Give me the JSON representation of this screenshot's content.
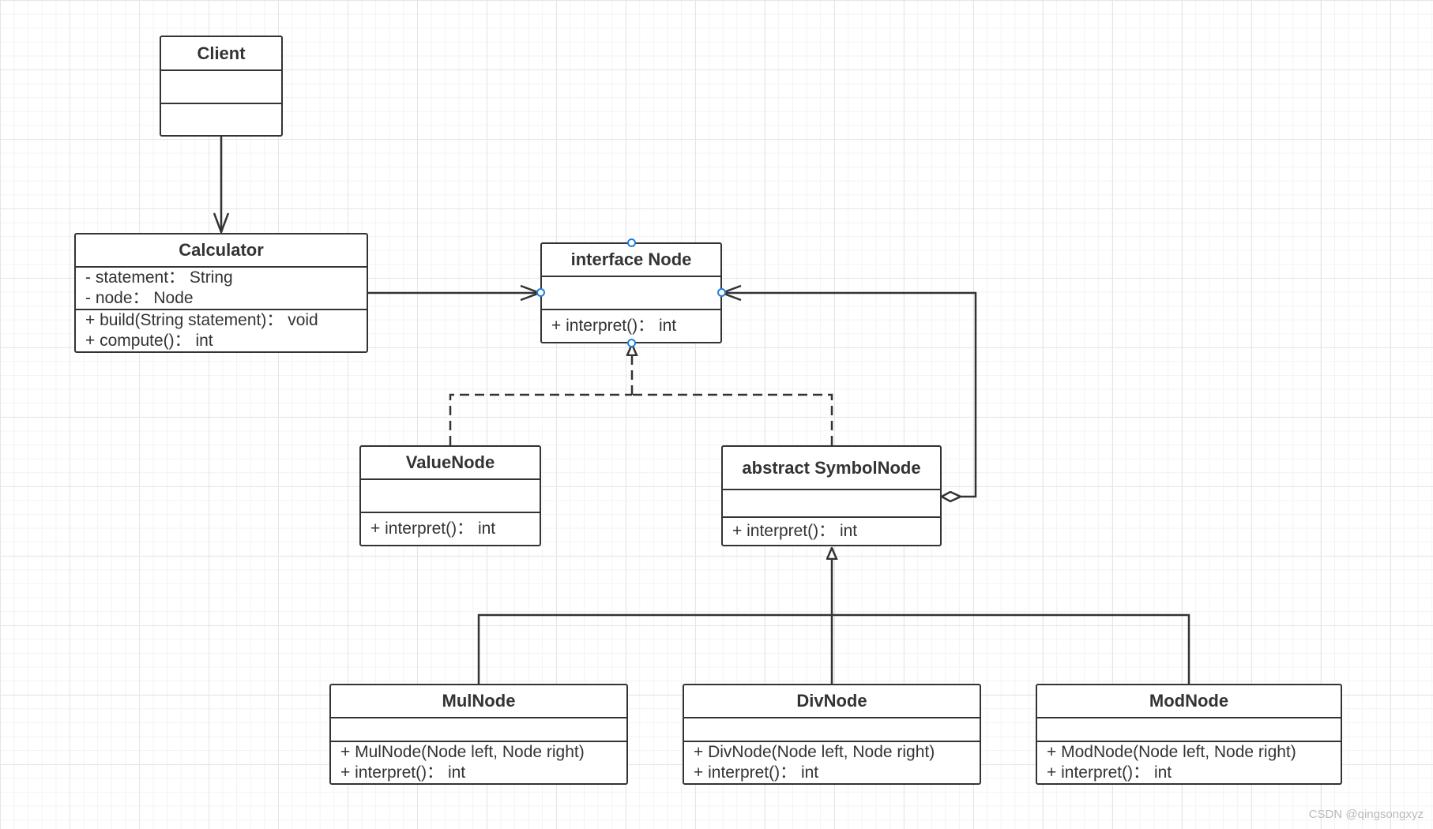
{
  "classes": {
    "client": {
      "name": "Client",
      "attributes": [],
      "methods": []
    },
    "calculator": {
      "name": "Calculator",
      "attributes": [
        "- statement： String",
        "- node： Node"
      ],
      "methods": [
        "+ build(String statement)： void",
        "+ compute()： int"
      ]
    },
    "node": {
      "name": "interface Node",
      "attributes": [],
      "methods": [
        "+ interpret()： int"
      ]
    },
    "value_node": {
      "name": "ValueNode",
      "attributes": [],
      "methods": [
        "+ interpret()： int"
      ]
    },
    "symbol_node": {
      "name": "abstract SymbolNode",
      "attributes": [],
      "methods": [
        "+ interpret()： int"
      ]
    },
    "mul_node": {
      "name": "MulNode",
      "attributes": [],
      "methods": [
        "+ MulNode(Node left, Node right)",
        "+ interpret()： int"
      ]
    },
    "div_node": {
      "name": "DivNode",
      "attributes": [],
      "methods": [
        "+ DivNode(Node left, Node right)",
        "+ interpret()： int"
      ]
    },
    "mod_node": {
      "name": "ModNode",
      "attributes": [],
      "methods": [
        "+ ModNode(Node left, Node right)",
        "+ interpret()： int"
      ]
    }
  },
  "relations": [
    {
      "from": "Client",
      "to": "Calculator",
      "type": "association"
    },
    {
      "from": "Calculator",
      "to": "interface Node",
      "type": "association"
    },
    {
      "from": "abstract SymbolNode",
      "to": "interface Node",
      "type": "aggregation"
    },
    {
      "from": "ValueNode",
      "to": "interface Node",
      "type": "realization"
    },
    {
      "from": "abstract SymbolNode",
      "to": "interface Node",
      "type": "realization"
    },
    {
      "from": "MulNode",
      "to": "abstract SymbolNode",
      "type": "generalization"
    },
    {
      "from": "DivNode",
      "to": "abstract SymbolNode",
      "type": "generalization"
    },
    {
      "from": "ModNode",
      "to": "abstract SymbolNode",
      "type": "generalization"
    }
  ],
  "colors": {
    "line": "#333333",
    "handle": "#1f7fd6",
    "grid": "#e6e6e6"
  },
  "watermark": "CSDN @qingsongxyz"
}
